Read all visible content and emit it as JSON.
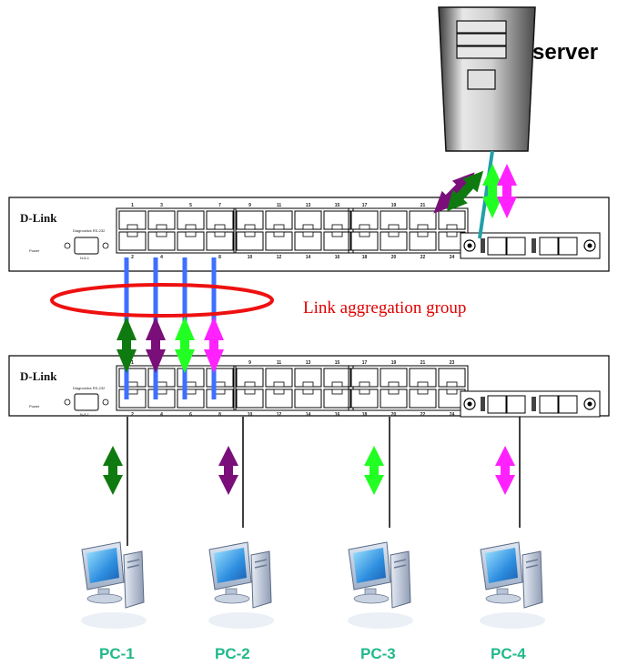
{
  "server": {
    "label": "server"
  },
  "switch_top": {
    "brand": "D-Link",
    "diag": "Diagnostics RS-232",
    "setting": "N-8-1",
    "power": "Power",
    "ports_top": [
      "1",
      "3",
      "5",
      "7",
      "9",
      "11",
      "13",
      "15",
      "17",
      "19",
      "21",
      ""
    ],
    "ports_bottom": [
      "2",
      "4",
      "",
      "8",
      "10",
      "12",
      "14",
      "16",
      "18",
      "20",
      "22",
      "24"
    ]
  },
  "switch_bottom": {
    "brand": "D-Link",
    "diag": "Diagnostics RS-232",
    "setting": "N-8-1",
    "power": "Power",
    "ports_top": [
      "1",
      "",
      "",
      "",
      "9",
      "11",
      "13",
      "15",
      "17",
      "19",
      "21",
      "23"
    ],
    "ports_bottom": [
      "2",
      "4",
      "6",
      "8",
      "10",
      "12",
      "14",
      "16",
      "18",
      "20",
      "22",
      "24"
    ]
  },
  "aggregation": {
    "label": "Link aggregation group"
  },
  "pcs": [
    {
      "label": "PC-1",
      "color": "#0f7a0f"
    },
    {
      "label": "PC-2",
      "color": "#7a0f7a"
    },
    {
      "label": "PC-3",
      "color": "#22ff22"
    },
    {
      "label": "PC-4",
      "color": "#ff22ff"
    }
  ],
  "colors": {
    "green_dark": "#0f7a0f",
    "purple": "#7a0f7a",
    "green_light": "#22ff22",
    "magenta": "#ff22ff",
    "trunk_blue": "#3f6fff",
    "uplink_teal": "#22a0a8",
    "ellipse_red": "#ee1111",
    "pc_label": "#21b98a"
  }
}
